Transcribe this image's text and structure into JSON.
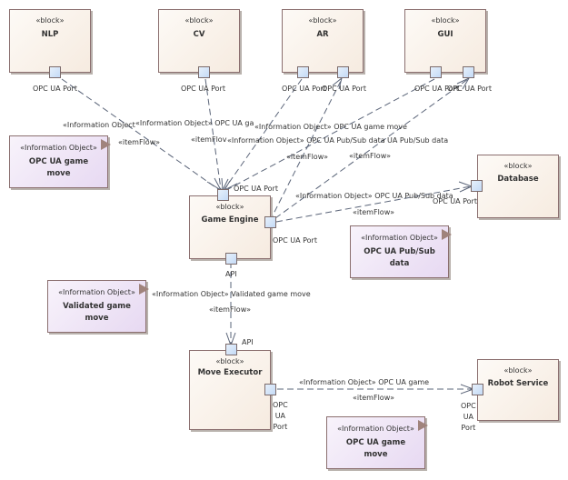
{
  "blocks": {
    "nlp": {
      "stereotype": "«block»",
      "name": "NLP"
    },
    "cv": {
      "stereotype": "«block»",
      "name": "CV"
    },
    "ar": {
      "stereotype": "«block»",
      "name": "AR"
    },
    "gui": {
      "stereotype": "«block»",
      "name": "GUI"
    },
    "game_engine": {
      "stereotype": "«block»",
      "name": "Game Engine"
    },
    "database": {
      "stereotype": "«block»",
      "name": "Database"
    },
    "move_executor": {
      "stereotype": "«block»",
      "name": "Move Executor"
    },
    "robot_service": {
      "stereotype": "«block»",
      "name": "Robot Service"
    }
  },
  "info_objects": {
    "opc_game_move_top": {
      "stereotype": "«Information Object»",
      "name": "OPC UA game move"
    },
    "opc_pubsub": {
      "stereotype": "«Information Object»",
      "name": "OPC UA Pub/Sub data"
    },
    "validated_move": {
      "stereotype": "«Information Object»",
      "name": "Validated game move"
    },
    "opc_game_move_bottom": {
      "stereotype": "«Information Object»",
      "name": "OPC UA game move"
    }
  },
  "port_labels": {
    "nlp": "OPC UA Port",
    "cv": "OPC UA Port",
    "ar_1": "OPC UA Port",
    "ar_2": "OPC UA Port",
    "gui_1": "OPC UA Port",
    "gui_2": "OPC UA Port",
    "game_engine_top": "OPC UA Port",
    "game_engine_right": "OPC UA Port",
    "game_engine_api": "API",
    "database": "OPC UA Port",
    "move_executor_api": "API",
    "move_executor_right": [
      "OPC",
      "UA",
      "Port"
    ],
    "robot_service": [
      "OPC",
      "UA",
      "Port"
    ]
  },
  "flow_labels": {
    "nlp_flow": "«Information Object",
    "cv_flow": "«Information Object» OPC UA ga",
    "ar1_flow": "«Information Object» OPC UA game move",
    "ar2_flow": "«Information Object» OPC UA Pub/Sub data",
    "gui_flow_tail": "UA Pub/Sub data",
    "itemflow_1": "«itemFlow»",
    "itemflow_2": "«itemFlov",
    "itemflow_3": "«itemFlow»",
    "itemflow_4": "«itemFlow»",
    "db_flow": "«Information Object» OPC UA Pub/Sub data",
    "db_itemflow": "«itemFlow»",
    "validated_flow": "«Information Object» Validated game move",
    "validated_itemflow": "«itemFlow»",
    "robot_flow": "«Information Object» OPC UA game",
    "robot_itemflow": "«itemFlow»"
  },
  "colors": {
    "connector": "#5a6478",
    "block_border": "#8b6f6f",
    "port_fill": "#c4daf6",
    "info_fill": "#e7d9f2"
  }
}
